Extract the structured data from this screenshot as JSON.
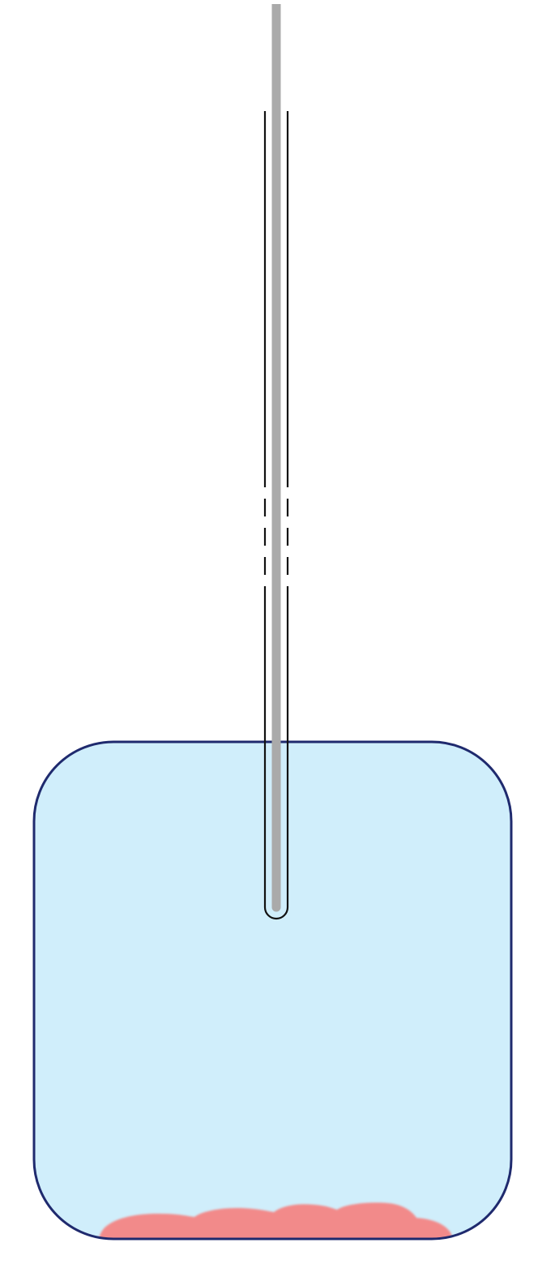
{
  "colors": {
    "background": "#ffffff",
    "vessel_fill": "#d0eefb",
    "vessel_outline": "#1f2a6e",
    "sediment": "#f28a8a",
    "rod": "#aaaaaa",
    "sleeve_outline": "#111111"
  },
  "components": {
    "vessel": "container-with-liquid",
    "sleeve": "thermometer-sleeve",
    "rod": "thermometer-rod",
    "sediment": "sediment-layer"
  }
}
